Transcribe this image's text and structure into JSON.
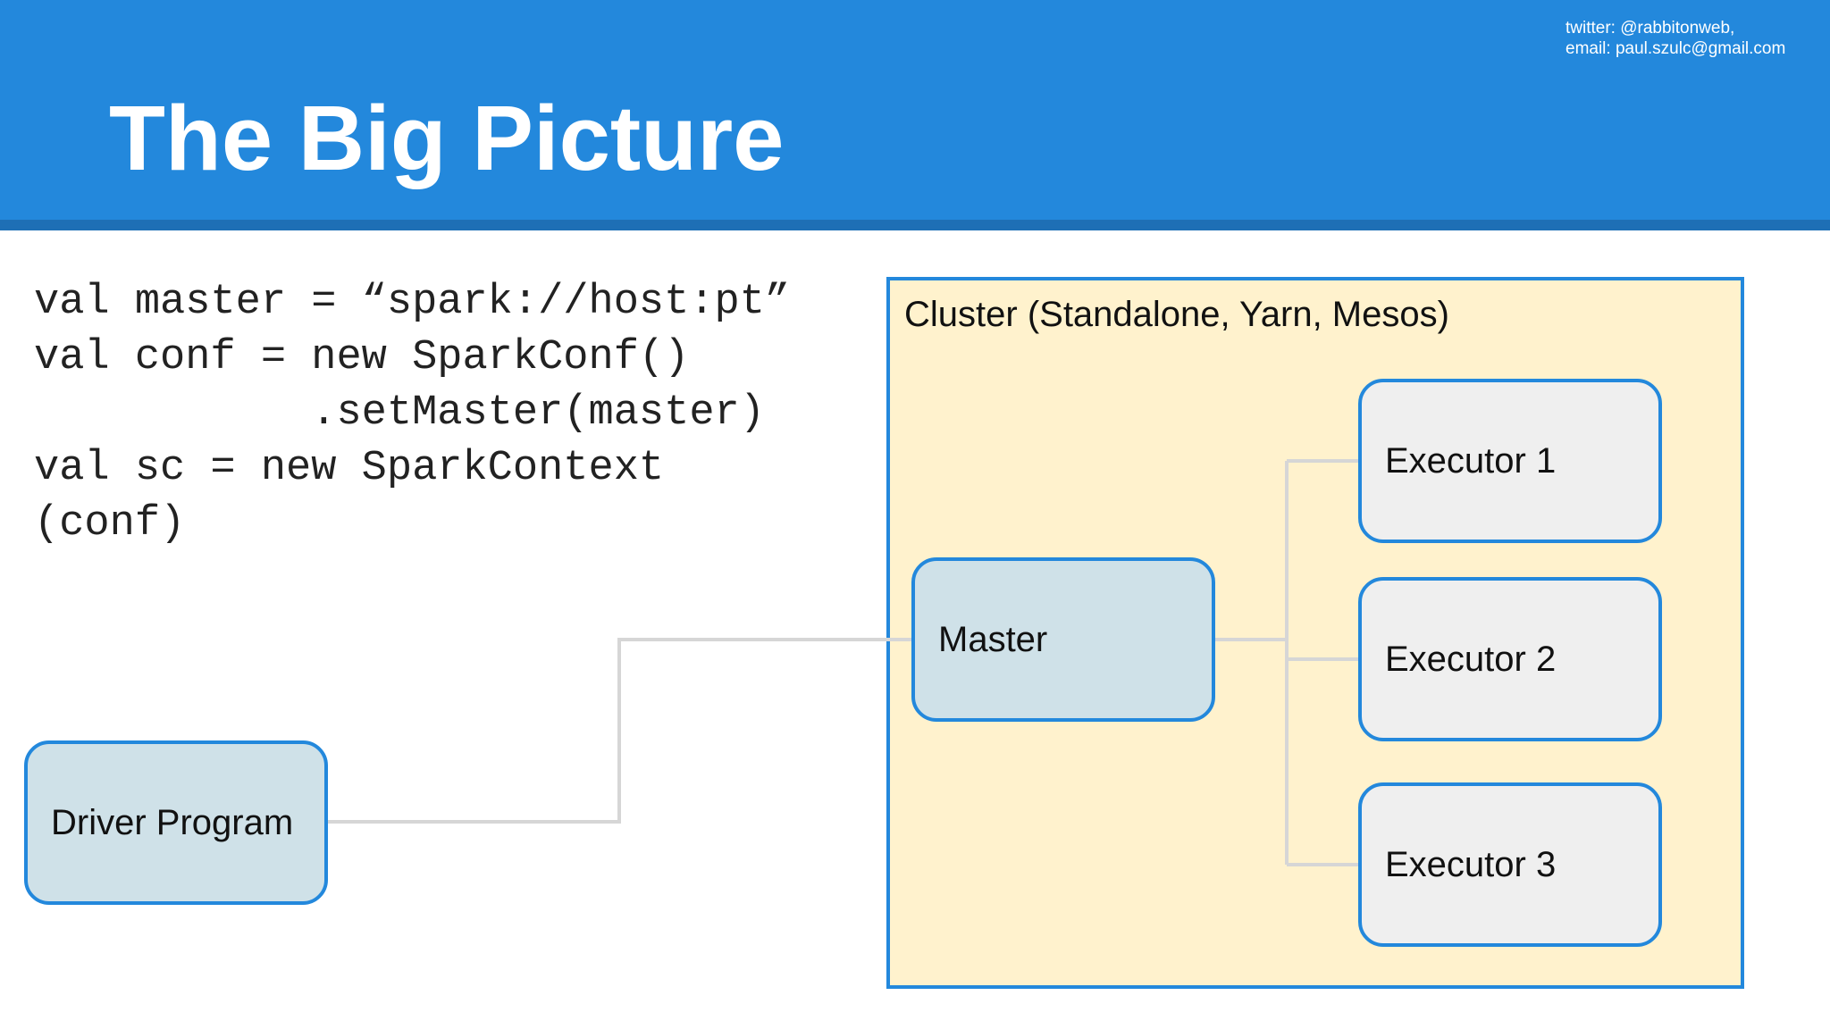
{
  "slide": {
    "title": "The Big Picture",
    "contact_line1": "twitter: @rabbitonweb,",
    "contact_line2": "email: paul.szulc@gmail.com"
  },
  "code": {
    "lines": [
      "val master = “spark://host:pt”",
      "val conf = new SparkConf()",
      "           .setMaster(master)",
      "val sc = new SparkContext",
      "(conf)"
    ]
  },
  "diagram": {
    "cluster_label": "Cluster (Standalone, Yarn, Mesos)",
    "driver": "Driver Program",
    "master": "Master",
    "executors": [
      "Executor 1",
      "Executor 2",
      "Executor 3"
    ]
  },
  "colors": {
    "header": "#2388dc",
    "cluster_fill": "#fff2cd",
    "node_border": "#2388dc",
    "driver_master_fill": "#cfe1e8",
    "executor_fill": "#efefef",
    "connector": "#d6d6d6"
  }
}
